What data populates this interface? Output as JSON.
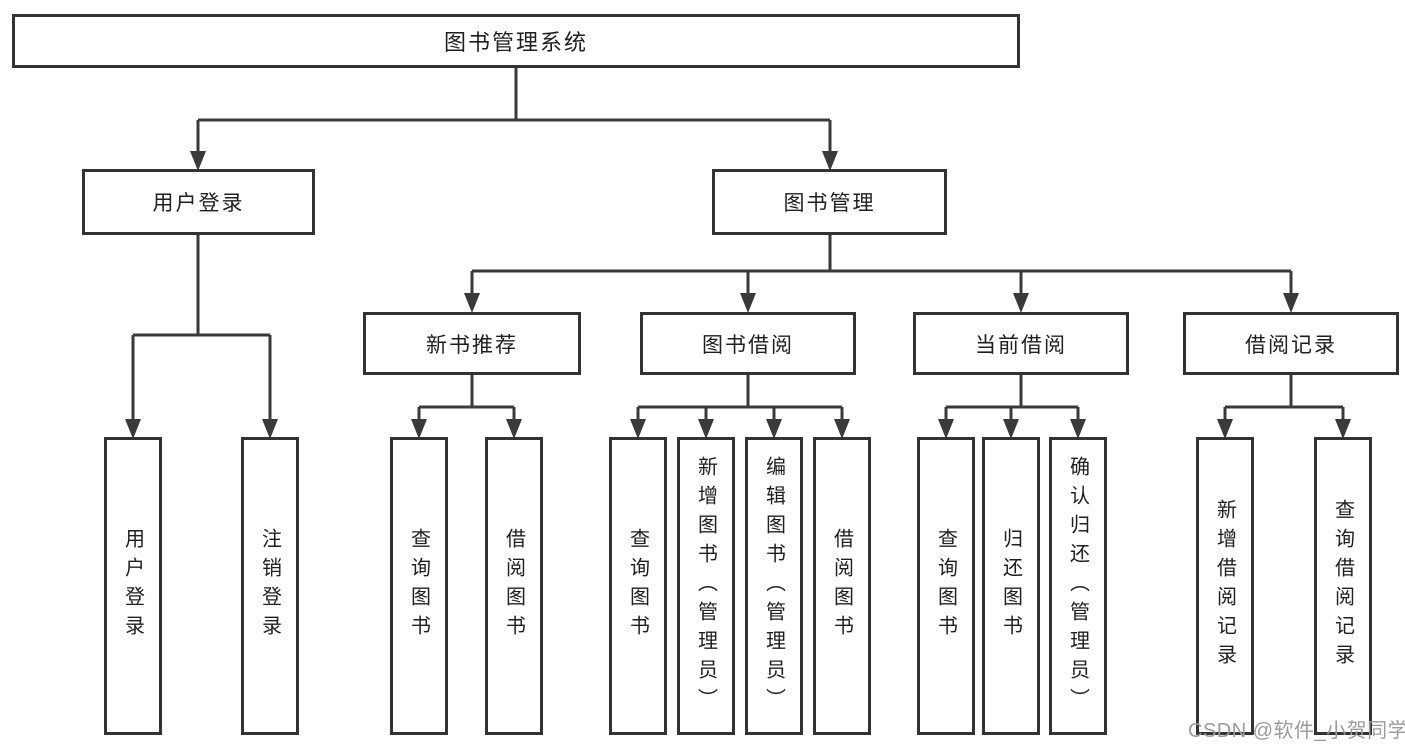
{
  "tree": {
    "root": {
      "label": "图书管理系统"
    },
    "level2": [
      {
        "label": "用户登录",
        "children": [
          {
            "label": "用户登录"
          },
          {
            "label": "注销登录"
          }
        ]
      },
      {
        "label": "图书管理",
        "children": [
          {
            "label": "新书推荐",
            "children": [
              {
                "label": "查询图书"
              },
              {
                "label": "借阅图书"
              }
            ]
          },
          {
            "label": "图书借阅",
            "children": [
              {
                "label": "查询图书"
              },
              {
                "label": "新增图书（管理员）"
              },
              {
                "label": "编辑图书（管理员）"
              },
              {
                "label": "借阅图书"
              }
            ]
          },
          {
            "label": "当前借阅",
            "children": [
              {
                "label": "查询图书"
              },
              {
                "label": "归还图书"
              },
              {
                "label": "确认归还（管理员）"
              }
            ]
          },
          {
            "label": "借阅记录",
            "children": [
              {
                "label": "新增借阅记录"
              },
              {
                "label": "查询借阅记录"
              }
            ]
          }
        ]
      }
    ]
  },
  "watermark": {
    "text": "CSDN @软件_小贺同学"
  },
  "colors": {
    "background": "#ffffff",
    "box_border": "#333333",
    "line": "#3a3a3a",
    "text": "#1f1f1f",
    "watermark": "#9c9c9c"
  }
}
